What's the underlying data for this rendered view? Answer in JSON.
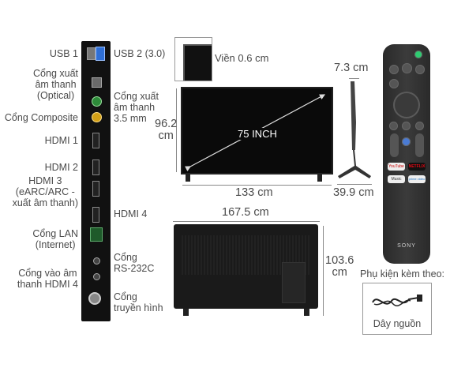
{
  "ports": {
    "usb1": "USB 1",
    "usb2": "USB 2 (3.0)",
    "optical": "Cổng xuất\nâm thanh\n(Optical)",
    "audio_out": "Cổng xuất\nâm thanh\n3.5 mm",
    "composite": "Cổng Composite",
    "hdmi1": "HDMI 1",
    "hdmi2": "HDMI 2",
    "hdmi3": "HDMI 3\n(eARC/ARC -\nxuất âm thanh)",
    "hdmi4": "HDMI 4",
    "lan": "Cổng LAN\n(Internet)",
    "rs232c": "Cổng\nRS-232C",
    "hdmi4_audio_in": "Cổng vào âm\nthanh HDMI 4",
    "antenna": "Cổng\ntruyền hình"
  },
  "dimensions": {
    "bezel": "Viền 0.6 cm",
    "screen_size": "75 INCH",
    "front_height": "96.2\ncm",
    "front_width": "133 cm",
    "depth_top": "7.3 cm",
    "stand_depth": "39.9 cm",
    "total_width": "167.5 cm",
    "total_height": "103.6\ncm"
  },
  "remote": {
    "brand": "SONY",
    "app_buttons": [
      "YouTube",
      "NETFLIX",
      "Music",
      "prime video"
    ]
  },
  "accessories": {
    "title": "Phụ kiện kèm theo:",
    "item": "Dây nguồn"
  },
  "colors": {
    "label_text": "#4a4a4a",
    "device_black": "#111111",
    "netflix_red": "#e50914",
    "remote_green": "#2ecc71"
  }
}
